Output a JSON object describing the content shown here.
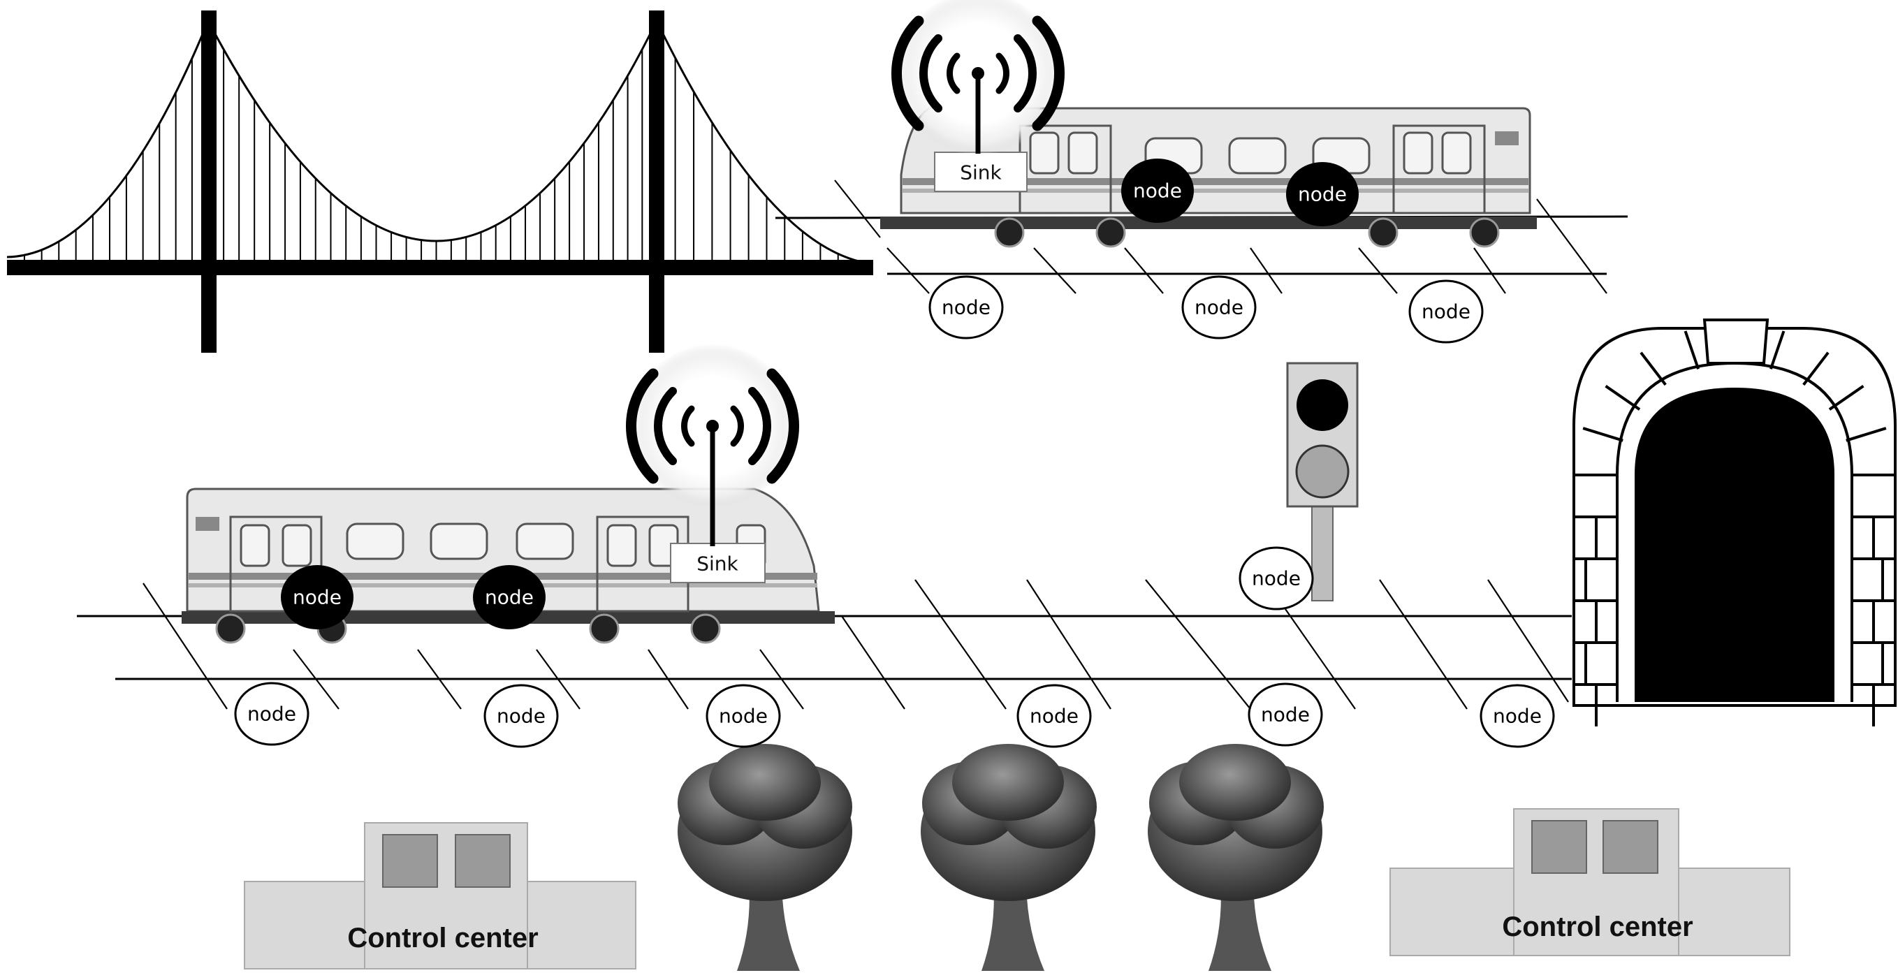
{
  "labels": {
    "node": "node",
    "sink": "Sink",
    "control_center": "Control center"
  },
  "colors": {
    "train_body": "#e8e8e8",
    "train_stripe": "#8a8a8a",
    "node_dark": "#000000",
    "building": "#d9d9d9",
    "building_window": "#9a9a9a",
    "tree": "#6b6b6b",
    "signal_dark": "#000000",
    "signal_light": "#a6a6a6"
  },
  "icons": [
    "suspension-bridge-icon",
    "train-icon",
    "antenna-icon",
    "traffic-light-icon",
    "tunnel-icon",
    "tree-icon",
    "building-icon"
  ]
}
